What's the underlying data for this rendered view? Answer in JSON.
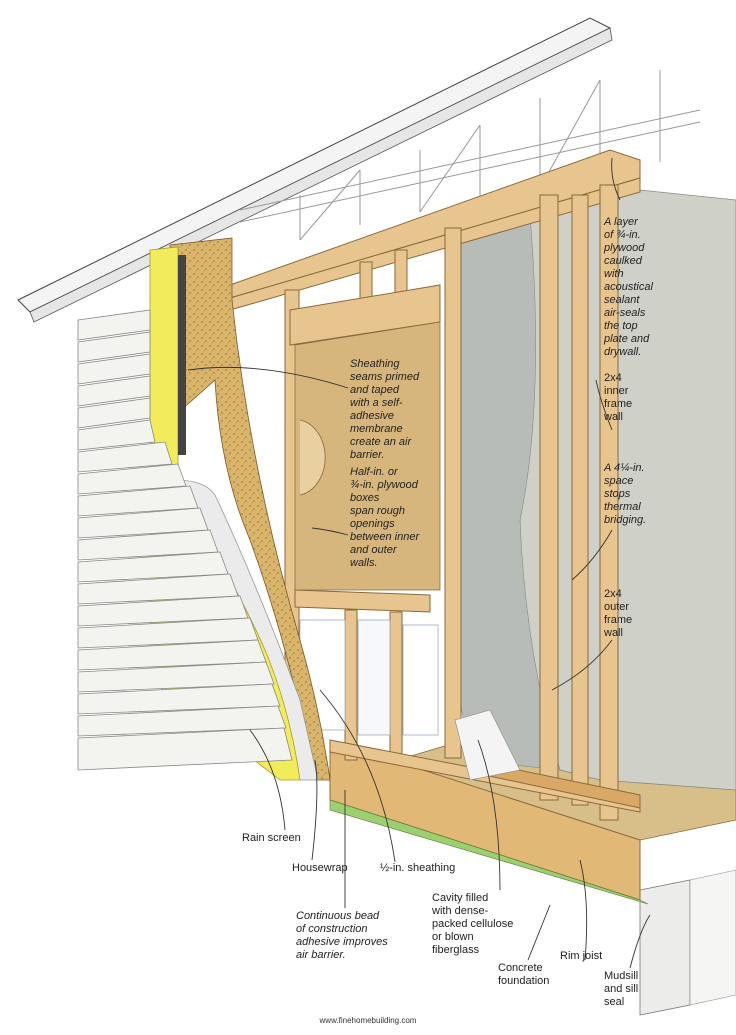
{
  "labels": {
    "plywood_top": "A layer\nof ¾-in.\nplywood\ncaulked\nwith\nacoustical\nsealant\nair-seals\nthe top\nplate and\ndrywall.",
    "inner_frame": "2x4\ninner\nframe\nwall",
    "space": "A 4¼-in.\nspace\nstops\nthermal\nbridging.",
    "outer_frame": "2x4\nouter\nframe\nwall",
    "sheathing_seams": "Sheathing\nseams primed\nand taped\nwith a self-\nadhesive\nmembrane\ncreate an air\nbarrier.",
    "plywood_boxes": "Half-in. or\n¾-in. plywood\nboxes\nspan rough\nopenings\nbetween inner\nand outer\nwalls.",
    "rain_screen": "Rain screen",
    "housewrap": "Housewrap",
    "sheathing": "½-in. sheathing",
    "adhesive": "Continuous bead\nof construction\nadhesive improves\nair barrier.",
    "cavity": "Cavity filled\nwith dense-\npacked cellulose\nor blown\nfiberglass",
    "concrete": "Concrete\nfoundation",
    "rim_joist": "Rim joist",
    "mudsill": "Mudsill\nand sill\nseal"
  },
  "footer": {
    "site": "www.finehomebuilding.com"
  },
  "colors": {
    "wood": "#e8c48e",
    "wood_dark": "#c99a5c",
    "osb": "#d9b56c",
    "insulation": "#f2ec5a",
    "drywall": "#cfd0c8",
    "siding": "#f3f3f0",
    "line": "#333333"
  }
}
